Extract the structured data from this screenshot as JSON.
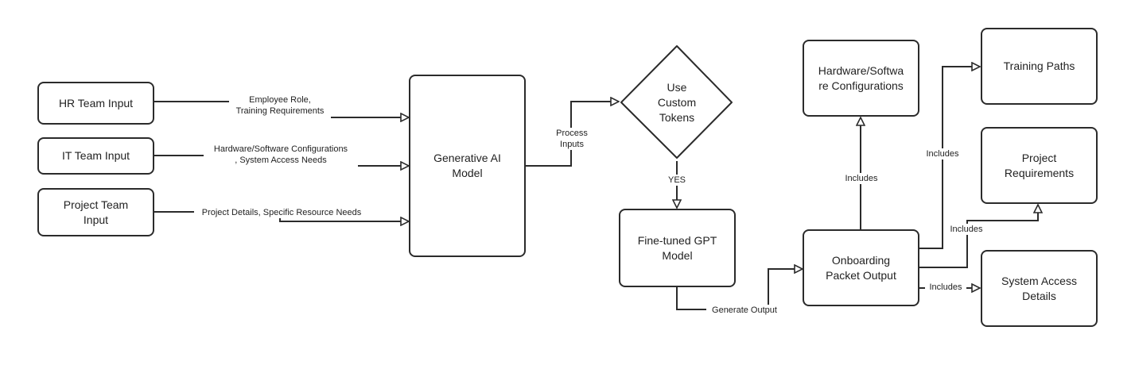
{
  "nodes": {
    "hr": "HR Team Input",
    "it": "IT Team Input",
    "project_line1": "Project Team",
    "project_line2": "Input",
    "genai_line1": "Generative AI",
    "genai_line2": "Model",
    "decision_line1": "Use",
    "decision_line2": "Custom",
    "decision_line3": "Tokens",
    "gpt_line1": "Fine-tuned GPT",
    "gpt_line2": "Model",
    "hwsw_line1": "Hardware/Softwa",
    "hwsw_line2": "re Configurations",
    "onboard_line1": "Onboarding",
    "onboard_line2": "Packet Output",
    "training": "Training Paths",
    "projreq_line1": "Project",
    "projreq_line2": "Requirements",
    "sysaccess_line1": "System Access",
    "sysaccess_line2": "Details"
  },
  "edges": {
    "hr_line1": "Employee Role,",
    "hr_line2": "Training Requirements",
    "it_line1": "Hardware/Software Configurations",
    "it_line2": ", System Access Needs",
    "project": "Project Details, Specific Resource Needs",
    "process_line1": "Process",
    "process_line2": "Inputs",
    "yes": "YES",
    "generate": "Generate Output",
    "includes_hwsw": "Includes",
    "includes_training": "Includes",
    "includes_projreq": "Includes",
    "includes_sysaccess": "Includes"
  }
}
